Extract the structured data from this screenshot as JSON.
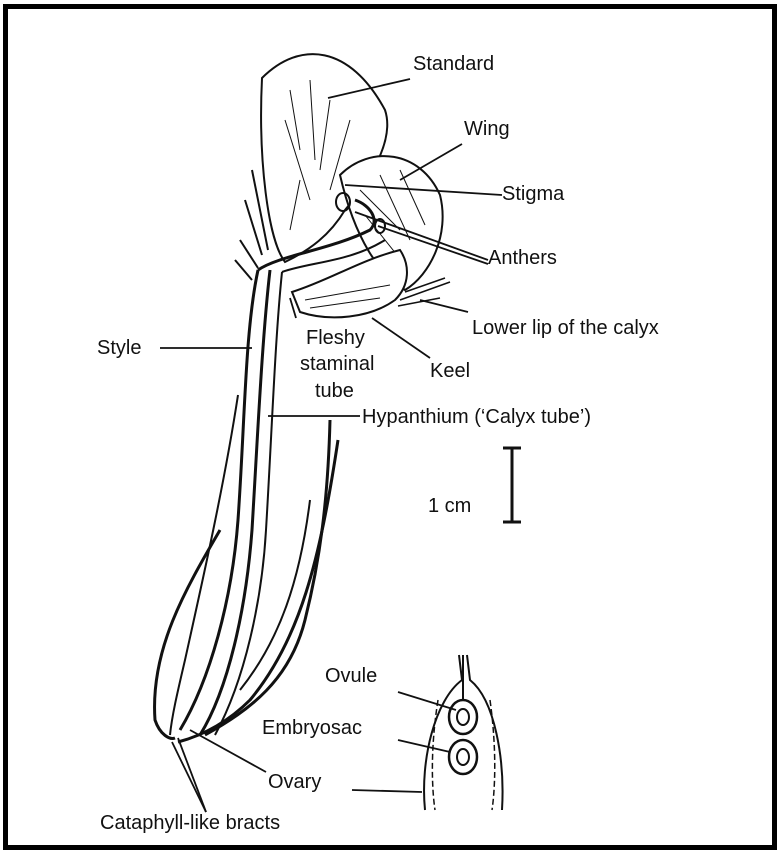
{
  "labels": {
    "standard": "Standard",
    "wing": "Wing",
    "stigma": "Stigma",
    "anthers": "Anthers",
    "lower_lip": "Lower lip of the calyx",
    "style": "Style",
    "fleshy_1": "Fleshy",
    "fleshy_2": "staminal",
    "fleshy_3": "tube",
    "keel": "Keel",
    "hypanthium": "Hypanthium (‘Calyx tube’)",
    "scale": "1 cm",
    "ovule": "Ovule",
    "embryosac": "Embryosac",
    "ovary": "Ovary",
    "bracts": "Cataphyll-like bracts"
  }
}
